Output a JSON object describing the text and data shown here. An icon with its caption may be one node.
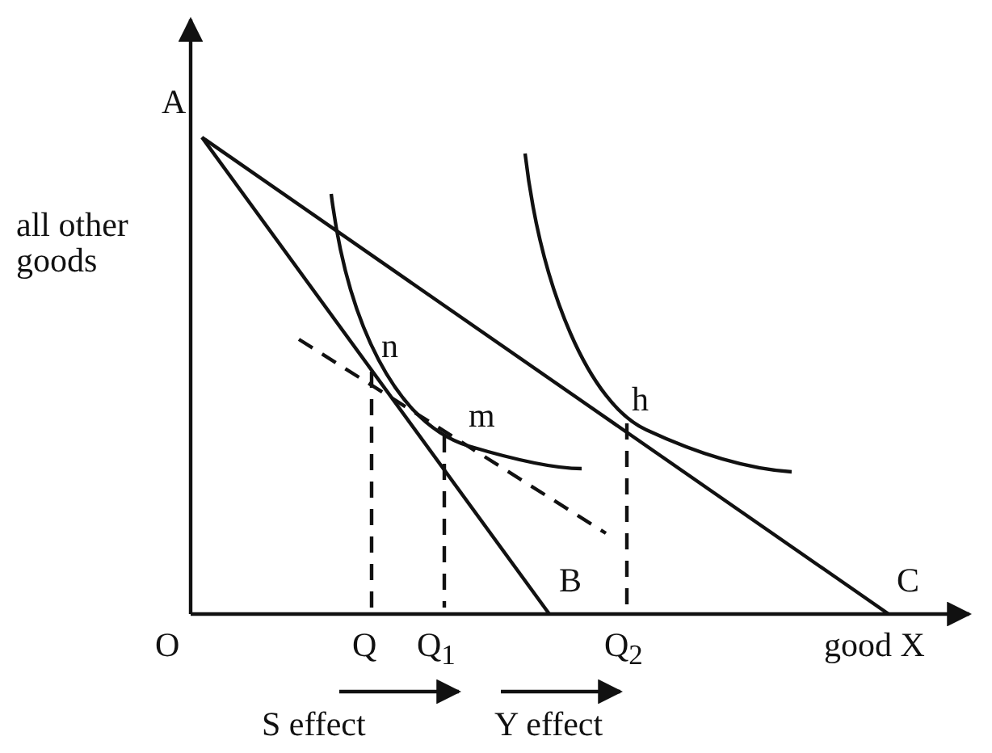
{
  "diagram": {
    "labels": [
      "A",
      "all other goods",
      "n",
      "m",
      "h",
      "O",
      "Q",
      "Q$_{1}$",
      "B",
      "Q$_{2}$",
      "C",
      "good X",
      "S effect",
      "Y effect"
    ]
  }
}
